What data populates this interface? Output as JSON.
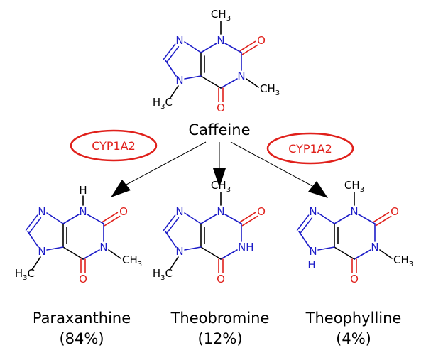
{
  "colors": {
    "nitrogen": "#1c1cc8",
    "oxygen": "#e0201b",
    "carbon_bond": "#000000",
    "enzyme": "#e0201b",
    "arrow": "#000000"
  },
  "atoms": {
    "N": "N",
    "O": "O",
    "H": "H",
    "NH": "NH",
    "CH3": "CH",
    "three": "3",
    "H3C_left": "H",
    "H3C_right": "C"
  },
  "enzymes": [
    "CYP1A2",
    "CYP1A2"
  ],
  "parent": {
    "name": "Caffeine"
  },
  "metabolites": [
    {
      "name": "Paraxanthine",
      "percent": "(84%)"
    },
    {
      "name": "Theobromine",
      "percent": "(12%)"
    },
    {
      "name": "Theophylline",
      "percent": "(4%)"
    }
  ]
}
